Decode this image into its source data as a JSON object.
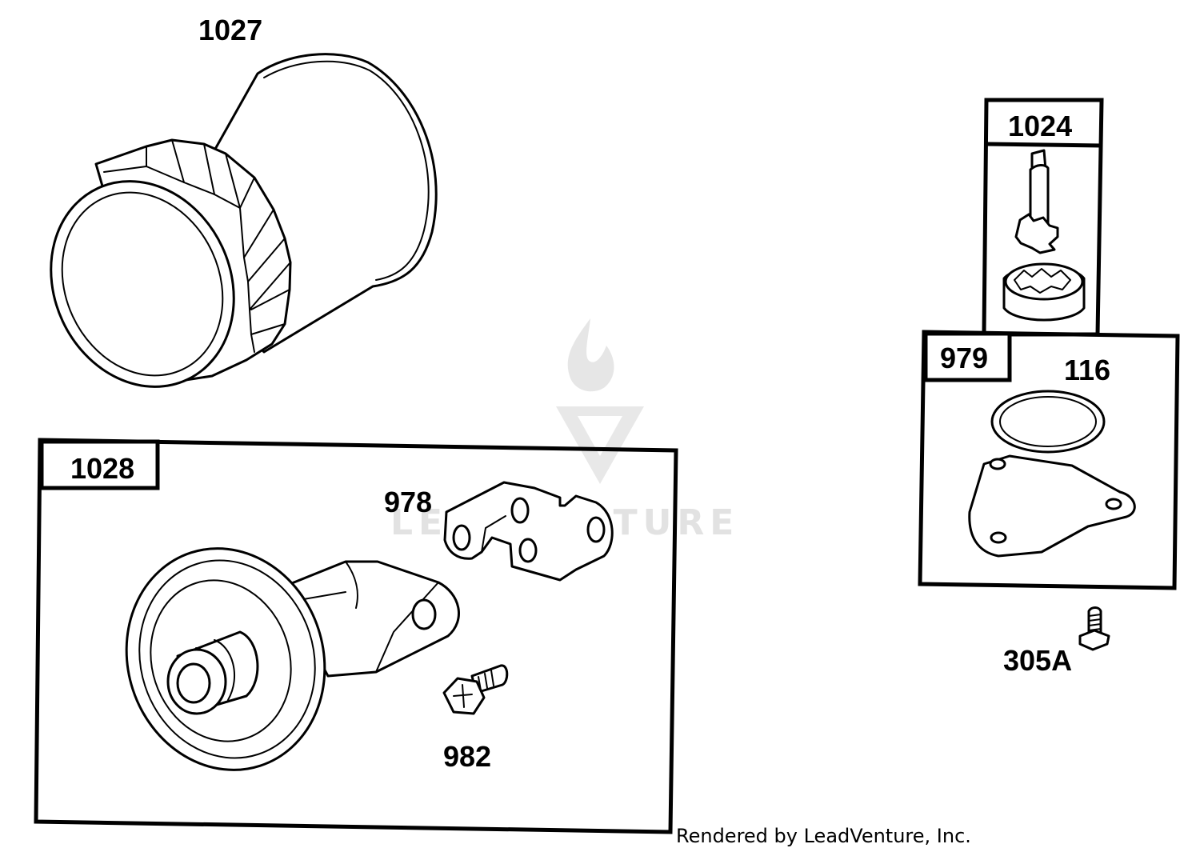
{
  "parts": {
    "oil_filter": "1027",
    "filter_adapter_kit": "1028",
    "bracket": "978",
    "screw": "982",
    "oil_pump_kit": "1024",
    "cover_kit": "979",
    "o_ring": "116",
    "bolt": "305A"
  },
  "watermark": "LEADVENTURE",
  "credit": "Rendered by LeadVenture, Inc."
}
